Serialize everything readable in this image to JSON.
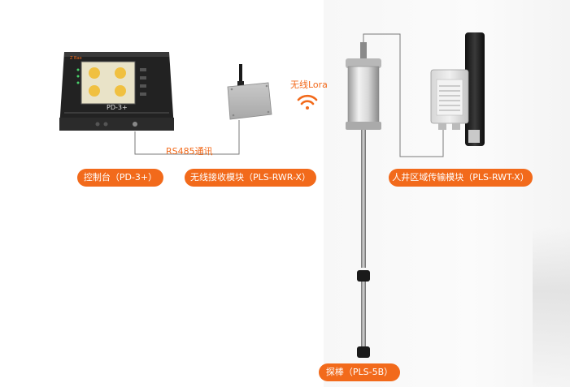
{
  "colors": {
    "accent": "#f26a1b",
    "line": "#7a7a7a"
  },
  "controller": {
    "label": "控制台（PD-3+）",
    "model_text": "PD-3+",
    "brand_text": "Z Bao"
  },
  "receiver": {
    "label": "无线接收模块（PLS-RWR-X）"
  },
  "transmitter": {
    "label": "人井区域传输模块（PLS-RWT-X）"
  },
  "probe": {
    "label": "探棒（PLS-5B）"
  },
  "links": {
    "rs485": "RS485通讯",
    "wireless": "无线Lora",
    "wifi_icon": "wifi-icon"
  }
}
